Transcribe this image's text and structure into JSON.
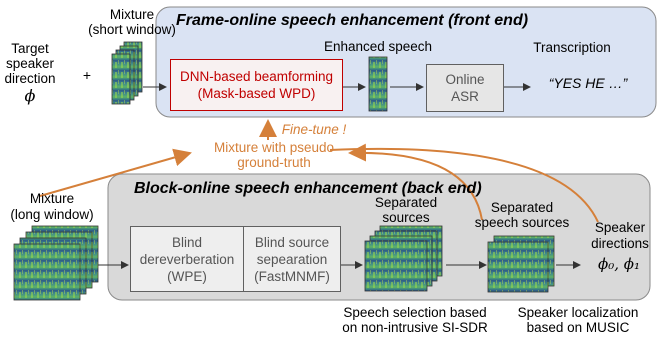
{
  "front_end": {
    "title": "Frame-online speech enhancement (front end)",
    "mixture_label_1": "Mixture",
    "mixture_label_2": "(short window)",
    "target_1": "Target",
    "target_2": "speaker",
    "target_3": "direction",
    "target_symbol": "ϕ",
    "plus": "+",
    "beamforming_1": "DNN-based beamforming",
    "beamforming_2": "(Mask-based WPD)",
    "enhanced_label": "Enhanced speech",
    "asr_1": "Online",
    "asr_2": "ASR",
    "transcription_label": "Transcription",
    "transcription_text": "“YES HE …”"
  },
  "feedback": {
    "finetune": "Fine-tune !",
    "pseudo_1": "Mixture with pseudo",
    "pseudo_2": "ground-truth"
  },
  "back_end": {
    "title": "Block-online speech enhancement (back end)",
    "mixture_label_1": "Mixture",
    "mixture_label_2": "(long window)",
    "wpe_1": "Blind",
    "wpe_2": "dereverberation",
    "wpe_3": "(WPE)",
    "bss_1": "Blind source",
    "bss_2": "sepearation",
    "bss_3": "(FastMNMF)",
    "separated_1": "Separated",
    "separated_2": "sources",
    "sep_speech_1": "Separated",
    "sep_speech_2": "speech sources",
    "directions_1": "Speaker",
    "directions_2": "directions",
    "directions_symbols": "ϕ₀, ϕ₁",
    "selection_1": "Speech selection based",
    "selection_2": "on non-intrusive SI-SDR",
    "localization_1": "Speaker localization",
    "localization_2": "based on MUSIC"
  },
  "colors": {
    "front_panel": "#dae3f3",
    "back_panel": "#d9d9d9",
    "red": "#c00000",
    "orange": "#d5803a",
    "spectrogram_dark": "#2d5f82",
    "spectrogram_light": "#8bd84a"
  }
}
